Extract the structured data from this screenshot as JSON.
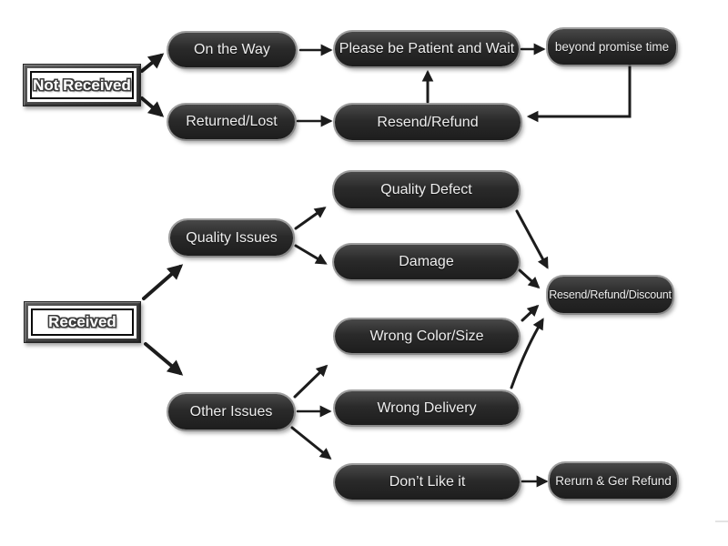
{
  "diagram_type": "flowchart",
  "topic": "order dispute resolution flow",
  "colors": {
    "background": "#ffffff",
    "node_fill": "#2a2a2a",
    "node_rim": "#7d7d7d",
    "node_text": "#ededed",
    "arrow": "#1c1c1c",
    "label_box_frame": "#3f3f3f",
    "label_box_fill": "#ffffff",
    "label_box_text": "#ffffff"
  },
  "nodes": {
    "not_received": {
      "label": "Not Received",
      "type": "framed-label"
    },
    "received": {
      "label": "Received",
      "type": "framed-label"
    },
    "on_the_way": {
      "label": "On the Way",
      "type": "pill"
    },
    "please_wait": {
      "label": "Please be Patient and Wait",
      "type": "pill"
    },
    "beyond_promise": {
      "label": "beyond promise time",
      "type": "pill"
    },
    "returned_lost": {
      "label": "Returned/Lost",
      "type": "pill"
    },
    "resend_refund": {
      "label": "Resend/Refund",
      "type": "pill"
    },
    "quality_issues": {
      "label": "Quality Issues",
      "type": "pill"
    },
    "quality_defect": {
      "label": "Quality Defect",
      "type": "pill"
    },
    "damage": {
      "label": "Damage",
      "type": "pill"
    },
    "resend_refund_discount": {
      "label": "Resend/Refund/Discount",
      "type": "pill"
    },
    "wrong_color_size": {
      "label": "Wrong Color/Size",
      "type": "pill"
    },
    "wrong_delivery": {
      "label": "Wrong Delivery",
      "type": "pill"
    },
    "other_issues": {
      "label": "Other Issues",
      "type": "pill"
    },
    "dont_like_it": {
      "label": "Don’t Like it",
      "type": "pill"
    },
    "return_get_refund": {
      "label": "Rerurn & Ger Refund",
      "type": "pill"
    }
  },
  "edges": [
    {
      "from": "not_received",
      "to": "on_the_way"
    },
    {
      "from": "not_received",
      "to": "returned_lost"
    },
    {
      "from": "on_the_way",
      "to": "please_wait"
    },
    {
      "from": "please_wait",
      "to": "beyond_promise"
    },
    {
      "from": "beyond_promise",
      "to": "resend_refund"
    },
    {
      "from": "returned_lost",
      "to": "resend_refund"
    },
    {
      "from": "resend_refund",
      "to": "please_wait"
    },
    {
      "from": "received",
      "to": "quality_issues"
    },
    {
      "from": "received",
      "to": "other_issues"
    },
    {
      "from": "quality_issues",
      "to": "quality_defect"
    },
    {
      "from": "quality_issues",
      "to": "damage"
    },
    {
      "from": "quality_defect",
      "to": "resend_refund_discount"
    },
    {
      "from": "damage",
      "to": "resend_refund_discount"
    },
    {
      "from": "other_issues",
      "to": "wrong_color_size"
    },
    {
      "from": "other_issues",
      "to": "wrong_delivery"
    },
    {
      "from": "other_issues",
      "to": "dont_like_it"
    },
    {
      "from": "wrong_color_size",
      "to": "resend_refund_discount"
    },
    {
      "from": "wrong_delivery",
      "to": "resend_refund_discount"
    },
    {
      "from": "dont_like_it",
      "to": "return_get_refund"
    }
  ]
}
